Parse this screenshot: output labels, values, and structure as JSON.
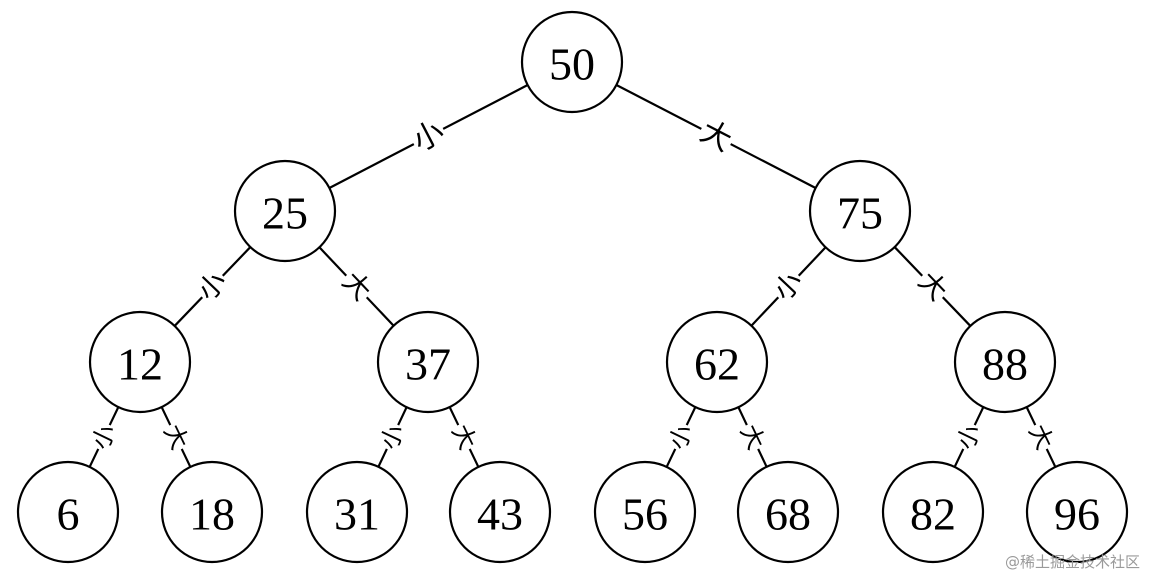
{
  "tree": {
    "nodes": [
      {
        "id": "n50",
        "value": "50"
      },
      {
        "id": "n25",
        "value": "25"
      },
      {
        "id": "n75",
        "value": "75"
      },
      {
        "id": "n12",
        "value": "12"
      },
      {
        "id": "n37",
        "value": "37"
      },
      {
        "id": "n62",
        "value": "62"
      },
      {
        "id": "n88",
        "value": "88"
      },
      {
        "id": "n6",
        "value": "6"
      },
      {
        "id": "n18",
        "value": "18"
      },
      {
        "id": "n31",
        "value": "31"
      },
      {
        "id": "n43",
        "value": "43"
      },
      {
        "id": "n56",
        "value": "56"
      },
      {
        "id": "n68",
        "value": "68"
      },
      {
        "id": "n82",
        "value": "82"
      },
      {
        "id": "n96",
        "value": "96"
      }
    ],
    "edges": [
      {
        "from": "n50",
        "to": "n25",
        "label": "小"
      },
      {
        "from": "n50",
        "to": "n75",
        "label": "大"
      },
      {
        "from": "n25",
        "to": "n12",
        "label": "小"
      },
      {
        "from": "n25",
        "to": "n37",
        "label": "大"
      },
      {
        "from": "n75",
        "to": "n62",
        "label": "小"
      },
      {
        "from": "n75",
        "to": "n88",
        "label": "大"
      },
      {
        "from": "n12",
        "to": "n6",
        "label": "小"
      },
      {
        "from": "n12",
        "to": "n18",
        "label": "大"
      },
      {
        "from": "n37",
        "to": "n31",
        "label": "小"
      },
      {
        "from": "n37",
        "to": "n43",
        "label": "大"
      },
      {
        "from": "n62",
        "to": "n56",
        "label": "小"
      },
      {
        "from": "n62",
        "to": "n68",
        "label": "大"
      },
      {
        "from": "n88",
        "to": "n82",
        "label": "小"
      },
      {
        "from": "n88",
        "to": "n96",
        "label": "大"
      }
    ]
  },
  "watermark": "@稀土掘金技术社区"
}
